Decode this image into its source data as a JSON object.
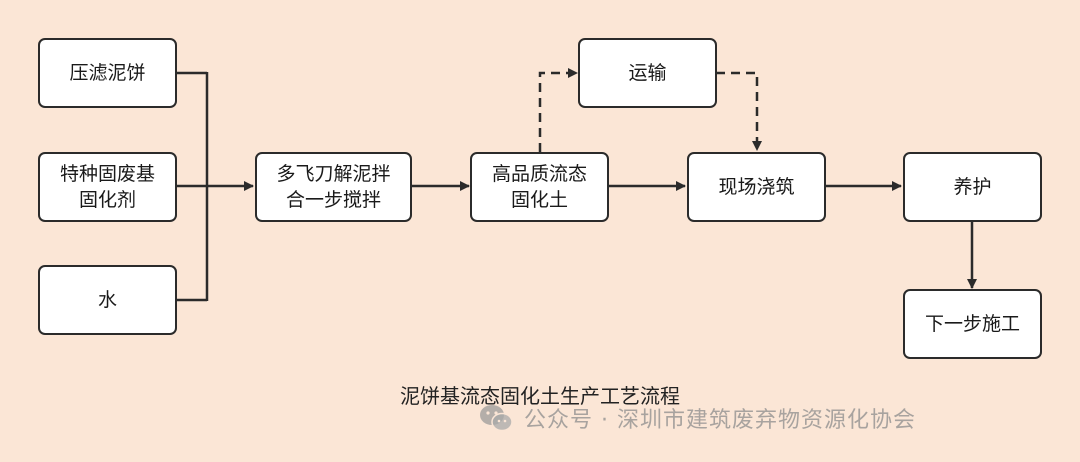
{
  "nodes": {
    "filter_cake": "压滤泥饼",
    "solidifier": "特种固废基\n固化剂",
    "water": "水",
    "mixer": "多飞刀解泥拌\n合一步搅拌",
    "flow_soil": "高品质流态\n固化土",
    "transport": "运输",
    "pour": "现场浇筑",
    "curing": "养护",
    "next": "下一步施工"
  },
  "caption": "泥饼基流态固化土生产工艺流程",
  "watermark": "公众号 · 深圳市建筑废弃物资源化协会",
  "colors": {
    "background": "#fbe6d6",
    "box_fill": "#ffffff",
    "stroke": "#2b2b2b"
  }
}
